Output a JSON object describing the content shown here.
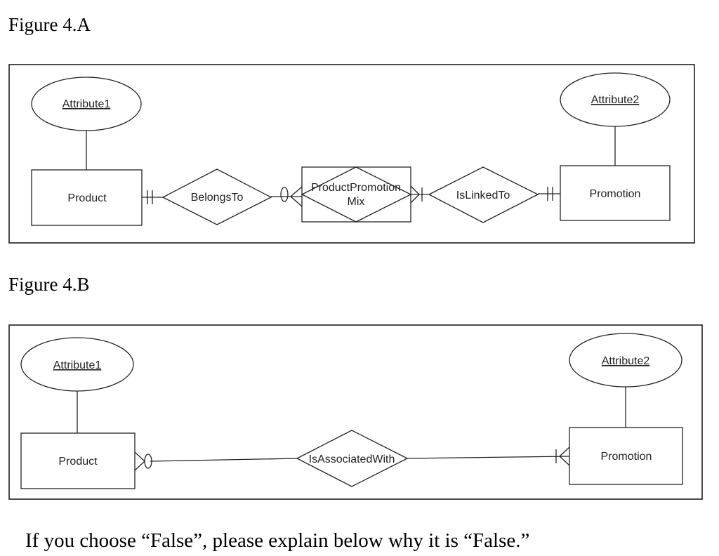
{
  "figure_a": {
    "caption": "Figure 4.A",
    "attribute1": "Attribute1",
    "attribute2": "Attribute2",
    "product": "Product",
    "belongs_to": "BelongsTo",
    "product_promotion_mix_line1": "ProductPromotion",
    "product_promotion_mix_line2": "Mix",
    "is_linked_to": "IsLinkedTo",
    "promotion": "Promotion"
  },
  "figure_b": {
    "caption": "Figure 4.B",
    "attribute1": "Attribute1",
    "attribute2": "Attribute2",
    "product": "Product",
    "is_associated_with": "IsAssociatedWith",
    "promotion": "Promotion"
  },
  "footer_text": "If you choose “False”, please explain below why it is “False.”"
}
